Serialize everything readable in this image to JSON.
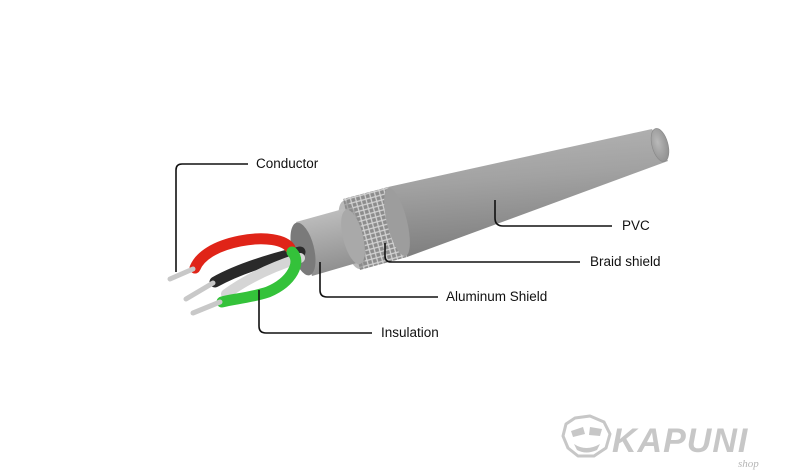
{
  "labels": {
    "conductor": "Conductor",
    "pvc": "PVC",
    "braid_shield": "Braid shield",
    "aluminum_shield": "Aluminum Shield",
    "insulation": "Insulation"
  },
  "logo": {
    "word": "KAPUNI",
    "sub": "shop",
    "icon": "mascot-face-icon"
  },
  "colors": {
    "pvc_jacket": "#9c9c9c",
    "braid": "#8a8a8a",
    "aluminum": "#b0b0b0",
    "wire_red": "#e02418",
    "wire_green": "#34c23a",
    "wire_black": "#2a2a2a",
    "wire_white": "#e8e8e8",
    "conductor_metal": "#c8c8c8",
    "logo": "#c7c7c7"
  }
}
